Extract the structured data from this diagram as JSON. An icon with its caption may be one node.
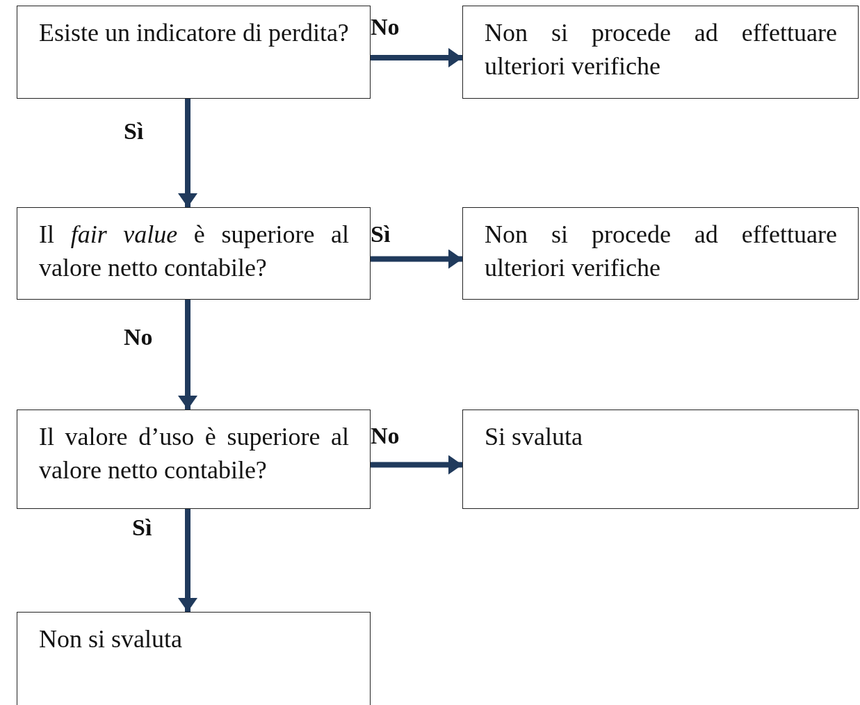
{
  "diagram": {
    "nodes": [
      {
        "text": [
          "Esiste un indicatore di perdita?"
        ]
      },
      {
        "text": [
          "Non si procede ad effettuare ulteriori verifiche"
        ]
      },
      {
        "text": [
          "Il *fair value* è superiore al valore netto contabile?"
        ]
      },
      {
        "text": [
          "Non si procede ad effettuare ulteriori verifiche"
        ]
      },
      {
        "text": [
          "Il valore d’uso è superiore al valore netto contabile?"
        ]
      },
      {
        "text": [
          "Si svaluta"
        ]
      },
      {
        "text": [
          "Non si svaluta"
        ]
      }
    ],
    "edges": [
      {
        "from": 0,
        "to": 1,
        "arrow": "to",
        "label": "No"
      },
      {
        "from": 0,
        "to": 2,
        "arrow": "to",
        "label": "Sì"
      },
      {
        "from": 2,
        "to": 3,
        "arrow": "to",
        "label": "Sì"
      },
      {
        "from": 2,
        "to": 4,
        "arrow": "to",
        "label": "No"
      },
      {
        "from": 4,
        "to": 5,
        "arrow": "to",
        "label": "No"
      },
      {
        "from": 4,
        "to": 6,
        "arrow": "to",
        "label": "Sì"
      }
    ]
  }
}
